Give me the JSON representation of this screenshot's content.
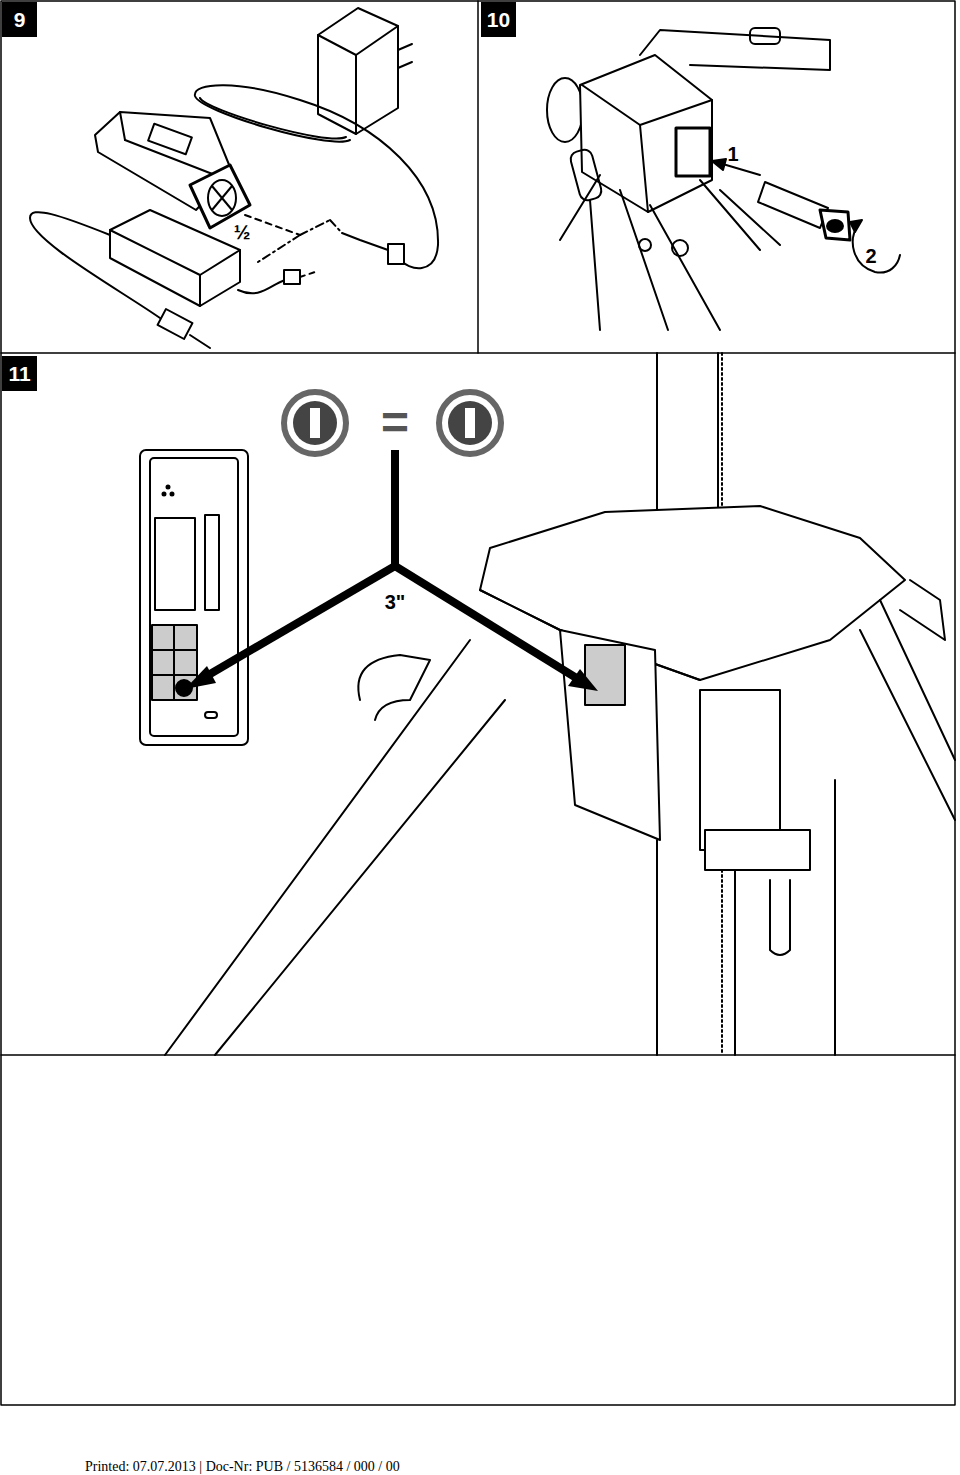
{
  "diagram": {
    "nodes": [
      {
        "text": [
          "9"
        ]
      },
      {
        "text": [
          "10"
        ]
      },
      {
        "text": [
          "11"
        ]
      }
    ],
    "labels": [
      "½",
      "1",
      "2",
      "=",
      "3\"",
      "Printed: 07.07.2013 | Doc-Nr: PUB / 5136584 / 000 / 00"
    ]
  }
}
